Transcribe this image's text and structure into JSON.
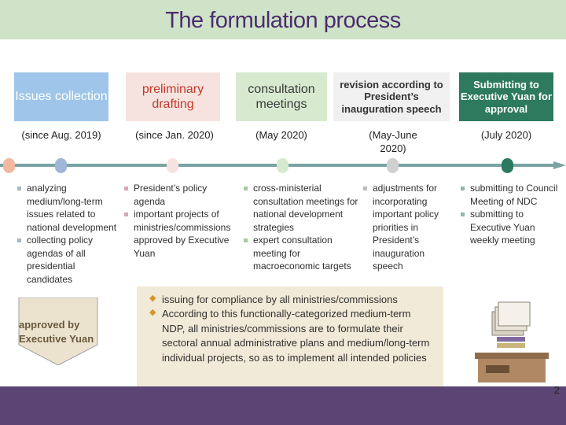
{
  "title": "The formulation process",
  "stages": [
    {
      "label": "Issues collection",
      "date": "(since Aug. 2019)"
    },
    {
      "label": "preliminary drafting",
      "date": "(since Jan. 2020)"
    },
    {
      "label": "consultation meetings",
      "date": "(May 2020)"
    },
    {
      "label": "revision according to President’s inauguration speech",
      "date": "(May-June 2020)"
    },
    {
      "label": "Submitting to Executive Yuan for approval",
      "date": "(July 2020)"
    }
  ],
  "details": {
    "issues": [
      "analyzing medium/long-term issues related to national development",
      "collecting policy agendas of all presidential candidates"
    ],
    "drafting": [
      "President’s policy agenda",
      "important projects of ministries/commissions approved by Executive Yuan"
    ],
    "consultation": [
      "cross-ministerial consultation meetings for national development strategies",
      "expert consultation meeting for macroeconomic targets"
    ],
    "revision": [
      "adjustments for incorporating important policy priorities in President’s inauguration speech"
    ],
    "submitting": [
      "submitting to Council Meeting of NDC",
      "submitting to Executive Yuan weekly meeting"
    ]
  },
  "approved_label": "approved by Executive Yuan",
  "notes": [
    "issuing for compliance by all ministries/commissions",
    "According to this functionally-categorized medium-term NDP, all ministries/commissions are to formulate their sectoral annual administrative plans and medium/long-term individual projects, so as to implement all intended policies"
  ],
  "page_number": "2",
  "colors": {
    "header_band": "#cfe3c8",
    "title": "#4b2c6f",
    "footer": "#5b4574",
    "timeline": "#7aa3a3",
    "accent_green": "#2d7a5e"
  }
}
